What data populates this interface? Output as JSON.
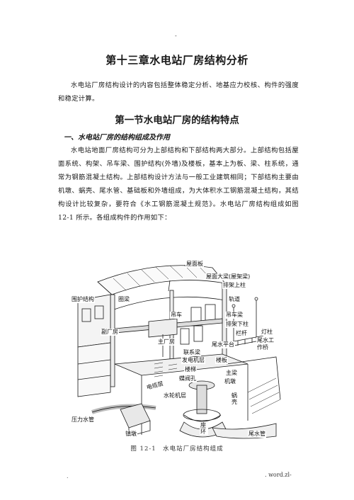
{
  "header_mark": "-",
  "chapter_title": "第十三章水电站厂房结构分析",
  "intro_paragraph": "水电站厂房结构设计的内容包括整体稳定分析、地基应力校核、构件的强度和稳定计算。",
  "section_title": "第一节水电站厂房的结构特点",
  "subsection_title": "一、水电站厂房的结构组成及作用",
  "body_paragraph": "水电站地面厂房结构可分为上部结构和下部结构两大部分。上部结构包括屋面系统、构架、吊车梁、围护结构(外墙)及楼板，基本上为板、梁、柱系统，通常为钢筋混凝土结构。上部结构设计方法与一般工业建筑相同；下部结构主要由机墩、蜗壳、尾水管、基础板和外墙组成，为大体积水工钢筋混凝土结构，其结构设计比较复杂，要符合《水工钢筋混凝土规范》。水电站厂房结构组成如图 12-1 所示。各组成构件的作用如下：",
  "figure": {
    "labels": {
      "roof_panel": "屋面板",
      "roof_beam": "屋面大梁(屋架梁)",
      "bent_upper_column": "排架上柱",
      "enclosure": "围护结构",
      "ring_beam": "圈梁",
      "rail": "轨道",
      "crane_beam_left": "吊车",
      "crane_beam": "吊车梁",
      "bent_lower_column": "排架下柱",
      "railing": "栏杆",
      "lamp_post": "灯柱",
      "auxiliary_building": "副厂房",
      "main_building": "主厂房",
      "tailwater_platform": "尾水平台",
      "tailwater_bridge": "尾水工作桥",
      "tie_beam": "联系梁",
      "generator_floor": "发电机层",
      "floor_slab": "楼板",
      "stairs": "楼梯",
      "butterfly_valve": "蝶阀孔",
      "main_beam": "主梁",
      "machine_pier": "机墩",
      "cable_layer": "电缆层",
      "turbine_floor": "水轮机层",
      "scroll_case": "蜗壳",
      "penstock": "压力水管",
      "anchor_block": "镇墩",
      "seat_ring": "座环",
      "draft_tube": "尾水管"
    }
  },
  "figure_caption": "图 12-1　水电站厂房结构组成",
  "footer_left": ".",
  "footer_right": ". word.zl-"
}
